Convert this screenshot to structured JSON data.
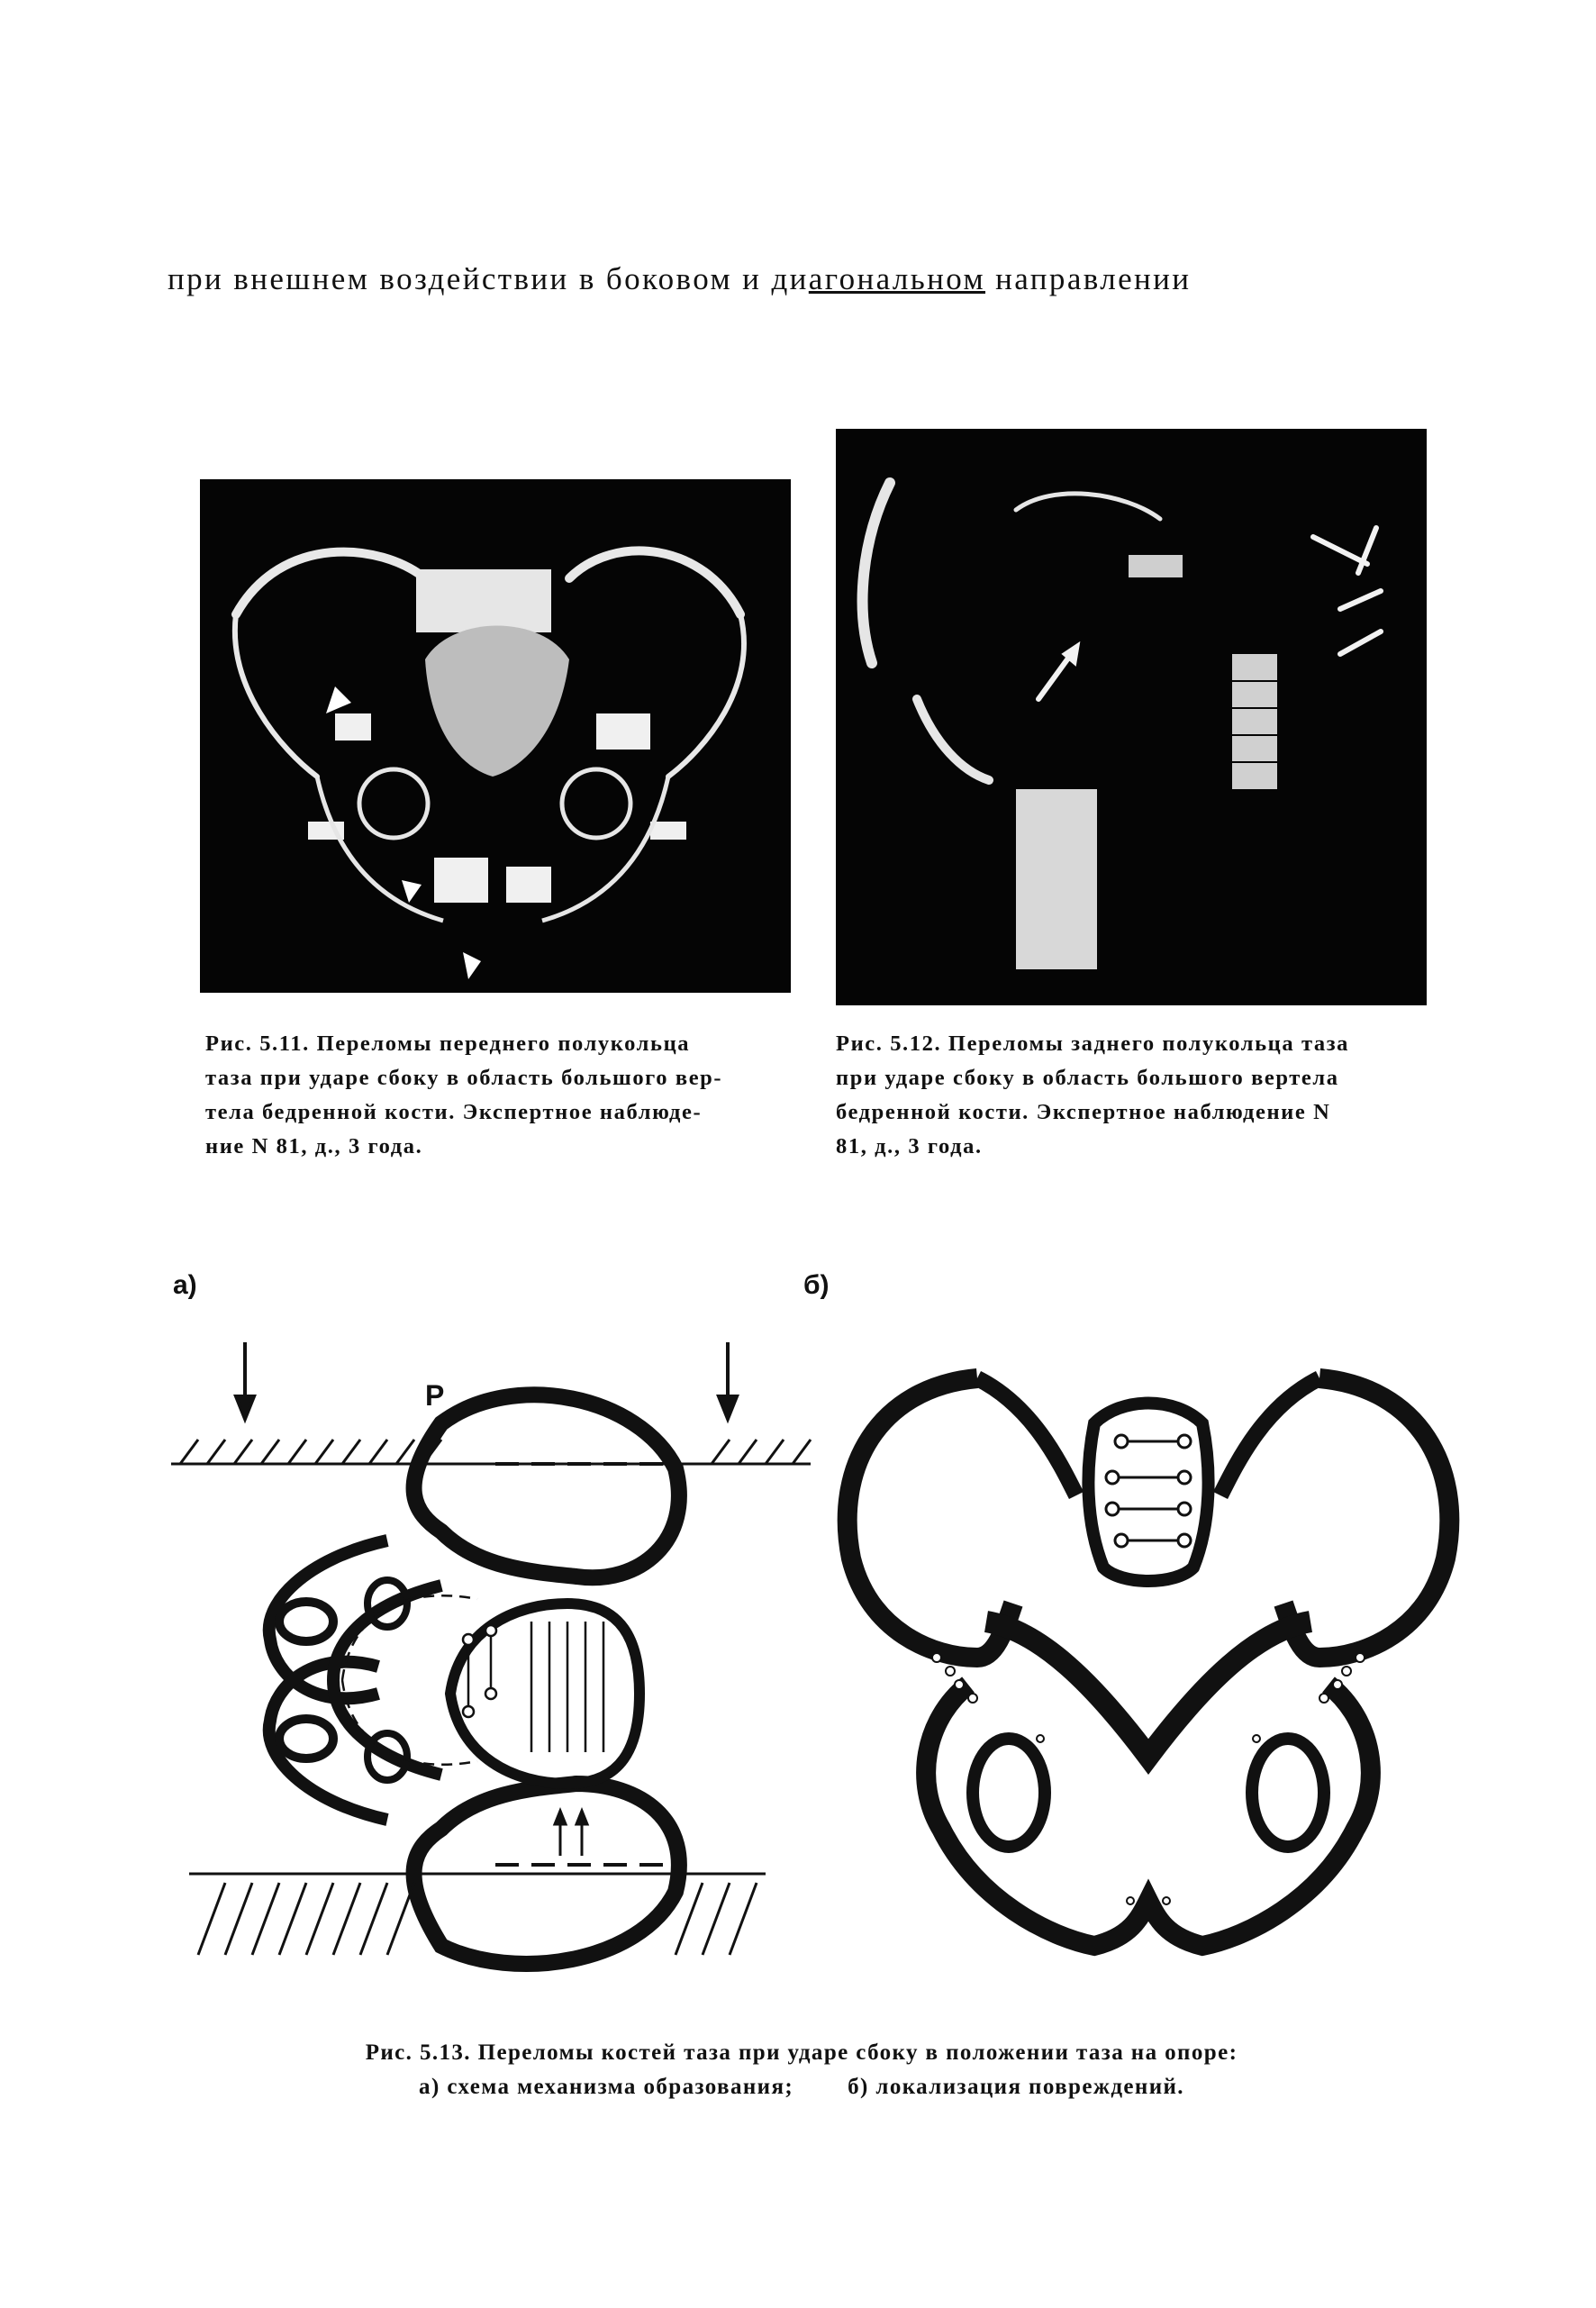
{
  "heading": {
    "before": "при внешнем воздействии в боковом и ди",
    "underlined": "агональном",
    "after": " направлении"
  },
  "fig_5_11": {
    "caption_lines": [
      "Рис. 5.11. Переломы переднего полукольца",
      "таза при ударе сбоку в область большого вер-",
      "тела бедренной кости. Экспертное наблюде-",
      "ние N 81, д., 3 года."
    ]
  },
  "fig_5_12": {
    "caption_lines": [
      "Рис. 5.12. Переломы заднего полукольца таза",
      "при ударе сбоку в область большого вертела",
      "бедренной кости. Экспертное наблюдение N",
      "81, д., 3 года."
    ]
  },
  "fig_5_13": {
    "panel_a_label": "а)",
    "panel_b_label": "б)",
    "force_label": "P",
    "caption_line1": "Рис. 5.13. Переломы костей таза при ударе сбоку в положении таза на опоре:",
    "caption_line2_a": "а) схема механизма образования;",
    "caption_line2_b": "б) локализация повреждений."
  }
}
